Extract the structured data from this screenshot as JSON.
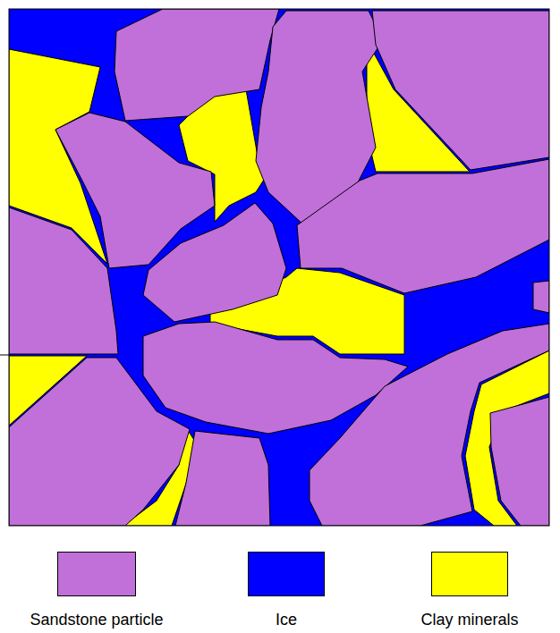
{
  "diagram": {
    "legend": [
      {
        "text": "Sandstone particle",
        "color": "#c070d8"
      },
      {
        "text": "Ice",
        "color": "#0000ff"
      },
      {
        "text": "Clay minerals",
        "color": "#ffff00"
      }
    ]
  }
}
